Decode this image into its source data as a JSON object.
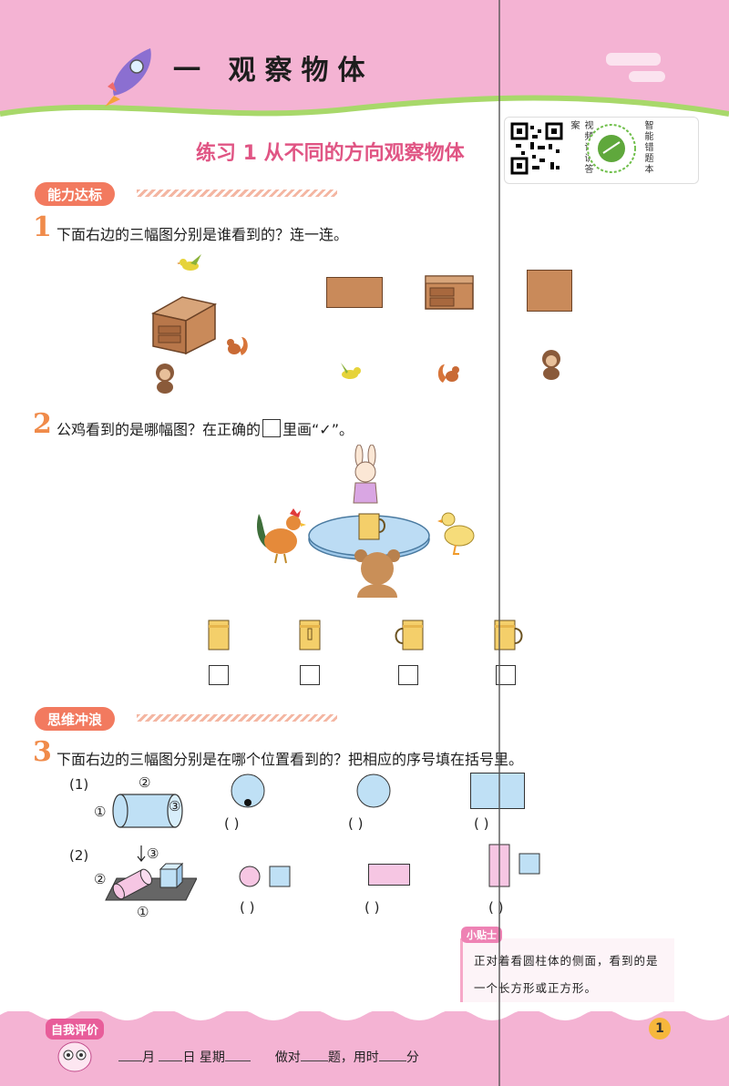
{
  "header": {
    "unit_title": "一 观察物体",
    "lesson_title": "练习 1  从不同的方向观察物体",
    "qr_label_video": "视频详讲答案",
    "qr_label_notebook": "智能错题本"
  },
  "sections": {
    "ability": "能力达标",
    "thinking": "思维冲浪"
  },
  "questions": {
    "q1": {
      "num": "1",
      "text": "下面右边的三幅图分别是谁看到的？连一连。"
    },
    "q2": {
      "num": "2",
      "text_before": "公鸡看到的是哪幅图？在正确的",
      "text_after": "里画“✓”。"
    },
    "q3": {
      "num": "3",
      "text": "下面右边的三幅图分别是在哪个位置看到的？把相应的序号填在括号里。",
      "part1_label": "(1)",
      "part2_label": "(2)",
      "pos1": "①",
      "pos2": "②",
      "pos3": "③",
      "paren": "(      )"
    }
  },
  "tip": {
    "label": "小贴士",
    "line1": "正对着看圆柱体的侧面，看到的是",
    "line2": "一个长方形或正方形。"
  },
  "footer": {
    "self_eval": "自我评价",
    "month": "月",
    "day": "日",
    "weekday": "星期",
    "correct": "做对",
    "questions_unit": "题，用时",
    "minutes": "分"
  },
  "page_number": "1",
  "colors": {
    "header_pink": "#f4b3d3",
    "title_pink": "#e05584",
    "tag_orange": "#f27a5f",
    "desk_brown": "#c98a5a"
  }
}
